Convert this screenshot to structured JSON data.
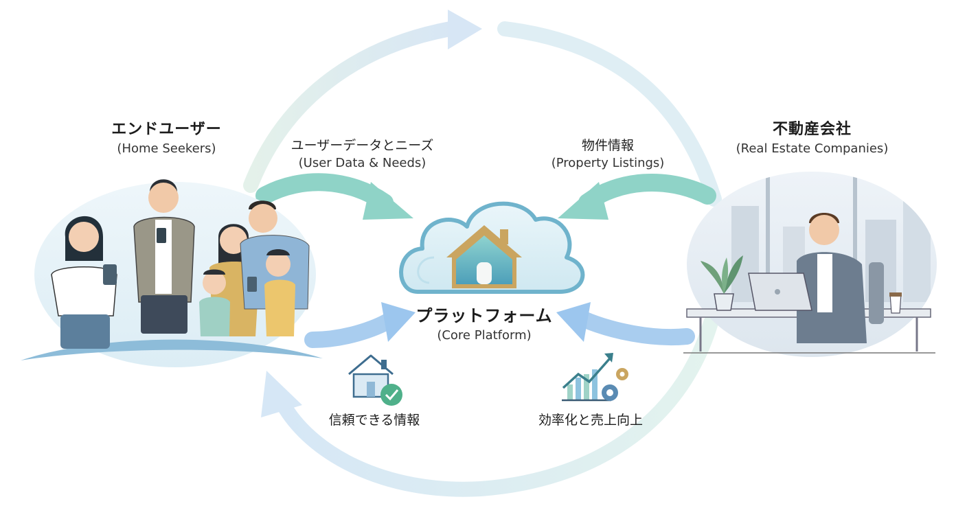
{
  "end_users": {
    "title": "エンドユーザー",
    "subtitle": "(Home Seekers)"
  },
  "real_estate": {
    "title": "不動産会社",
    "subtitle": "(Real Estate Companies)"
  },
  "flow_to_platform_left": {
    "title": "ユーザーデータとニーズ",
    "subtitle": "(User Data & Needs)"
  },
  "flow_to_platform_right": {
    "title": "物件情報",
    "subtitle": "(Property Listings)"
  },
  "platform": {
    "title": "プラットフォーム",
    "subtitle": "(Core Platform)"
  },
  "benefits": {
    "left": "信頼できる情報",
    "right": "効率化と売上向上"
  },
  "colors": {
    "teal_arrow": "#8fd3c7",
    "blue_arrow": "#9cc6ee",
    "cycle_arrow": "#dcebf6",
    "cloud_fill": "#d9eef6",
    "cloud_stroke": "#6fb3cc",
    "house_gold": "#caa560",
    "house_teal": "#5fb0bd"
  }
}
